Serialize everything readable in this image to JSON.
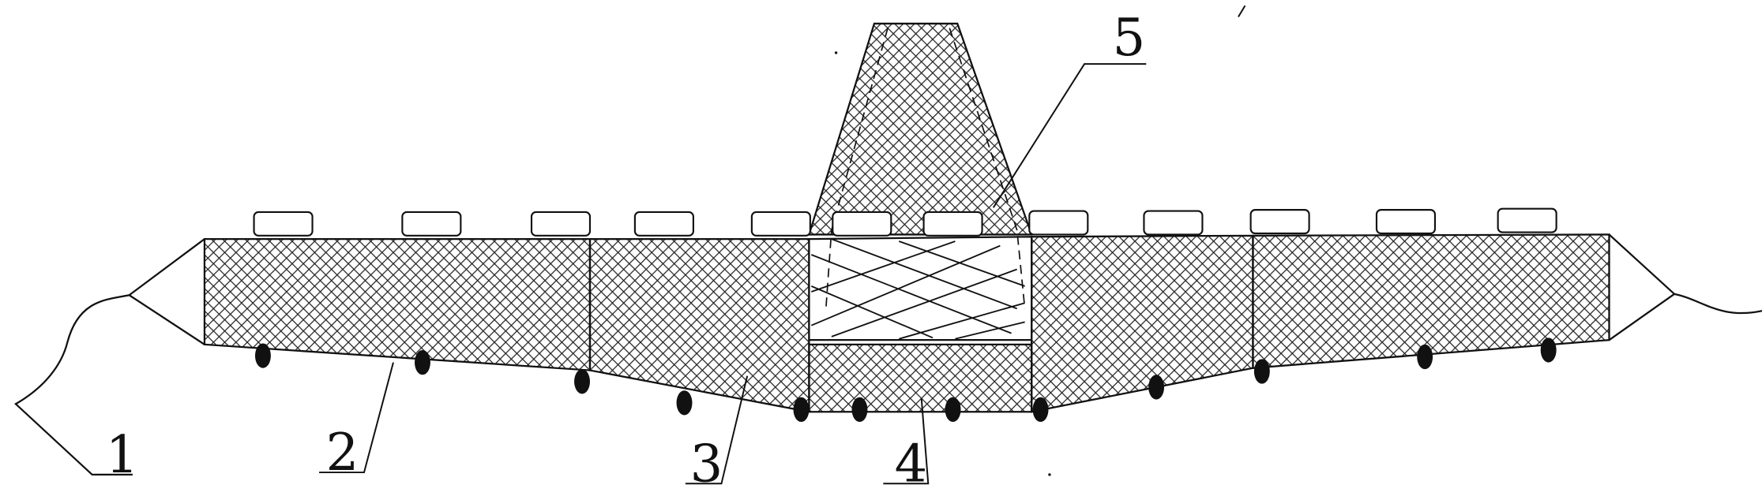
{
  "callouts": [
    {
      "id": "1",
      "label": "1"
    },
    {
      "id": "2",
      "label": "2"
    },
    {
      "id": "3",
      "label": "3"
    },
    {
      "id": "4",
      "label": "4"
    },
    {
      "id": "5",
      "label": "5"
    }
  ],
  "colors": {
    "line": "#111111",
    "background": "#ffffff",
    "hatch": "#222222"
  }
}
